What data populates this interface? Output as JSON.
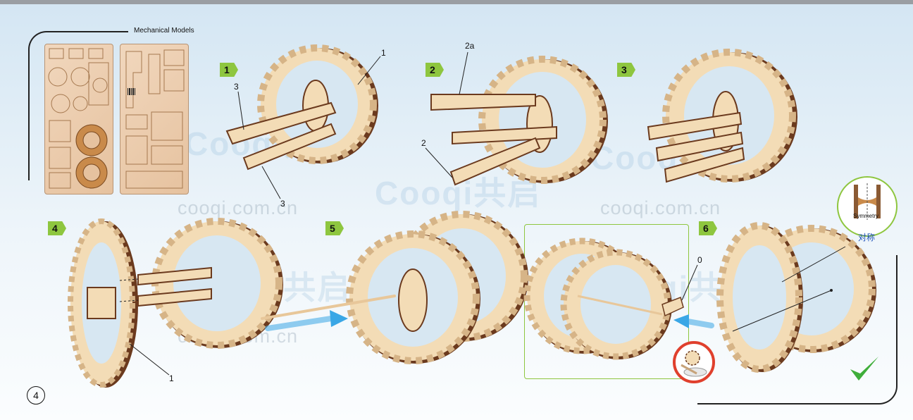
{
  "header": {
    "sheets_title": "Mechanical Models"
  },
  "steps": [
    {
      "number": "1"
    },
    {
      "number": "2"
    },
    {
      "number": "3"
    },
    {
      "number": "4"
    },
    {
      "number": "5"
    },
    {
      "number": "6"
    }
  ],
  "part_labels": {
    "step1_gear": "1",
    "step1_top": "3",
    "step1_bottom": "3",
    "step2_top": "2a",
    "step2_bottom": "2",
    "step4_gear": "1",
    "step6_pin": "0"
  },
  "watermarks": {
    "brand": "Cooqi共启",
    "url": "cooqi.com.cn"
  },
  "symmetry": {
    "label": "Symmetry",
    "label_cn": "对称"
  },
  "page": {
    "number": "4"
  },
  "colors": {
    "badge_green": "#8ec63f",
    "wood_light": "#f3dcb6",
    "wood_dark": "#6b3a1e",
    "arrow_blue": "#3aa7e6",
    "glue_red": "#e0402d",
    "check_green": "#3fae3a"
  }
}
